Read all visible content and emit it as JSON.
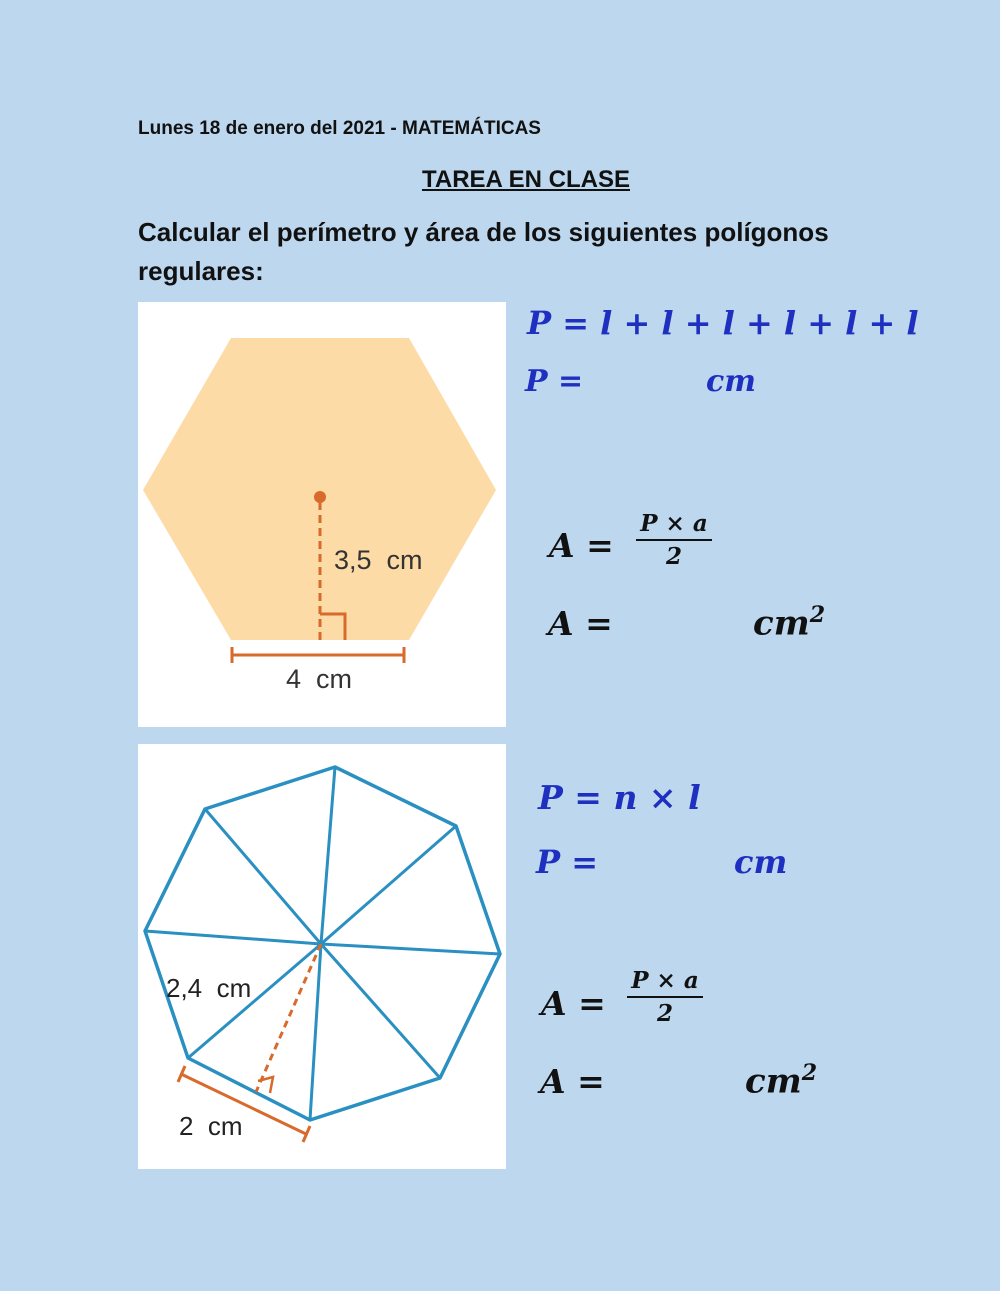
{
  "header": {
    "date_line": "Lunes 18 de enero del 2021 - MATEMÁTICAS",
    "task_title": "TAREA EN CLASE",
    "instructions": "Calcular el perímetro y área de los siguientes polígonos regulares:"
  },
  "hexagon": {
    "apothem_label": "3,5  cm",
    "side_label": "4  cm",
    "fill_color": "#fcdba7",
    "accent_color": "#d86a2b",
    "perimeter_formula": "P = l + l + l + l + l + l",
    "perimeter_result_prefix": "P =",
    "perimeter_unit": "cm",
    "area_prefix": "A =",
    "area_numerator": "P × a",
    "area_denominator": "2",
    "area_result_prefix": "A =",
    "area_unit": "cm",
    "area_exp": "2"
  },
  "octagon": {
    "apothem_label": "2,4  cm",
    "side_label": "2  cm",
    "line_color": "#2a8fc1",
    "accent_color": "#d86a2b",
    "perimeter_formula": "P = n  ×  l",
    "perimeter_result_prefix": "P =",
    "perimeter_unit": "cm",
    "area_prefix": "A =",
    "area_numerator": "P × a",
    "area_denominator": "2",
    "area_result_prefix": "A =",
    "area_unit": "cm",
    "area_exp": "2"
  }
}
